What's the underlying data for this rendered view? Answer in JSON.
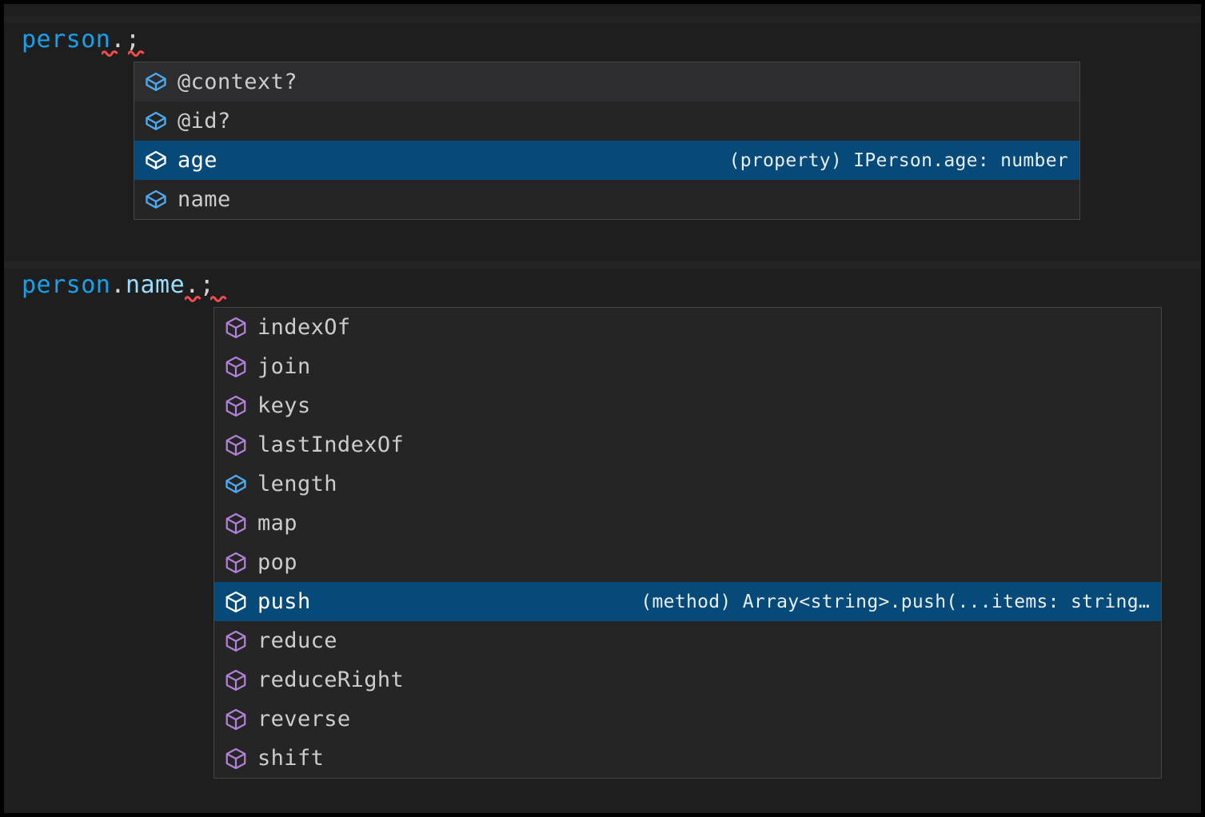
{
  "editor": {
    "background": "#1e1e1e",
    "panel_background": "#252526",
    "panel_border": "#454545",
    "selection_background": "#064a79",
    "hover_background": "#2d2d30",
    "error_squiggle_color": "#f14c4c",
    "variable_color": "#1aa0e8",
    "property_color": "#9cdcfe",
    "punctuation_color": "#d4d4d4",
    "method_icon_color": "#b180d7",
    "property_icon_color": "#4eaaf0",
    "selected_icon_color": "#ffffff"
  },
  "code_blocks": [
    {
      "name": "first-snippet",
      "tokens": [
        {
          "text": "person",
          "kind": "variable"
        },
        {
          "text": ".",
          "kind": "punctuation"
        },
        {
          "text": ";",
          "kind": "punctuation"
        }
      ],
      "full_text": "person.;",
      "has_error_squiggles": true
    },
    {
      "name": "second-snippet",
      "tokens": [
        {
          "text": "person",
          "kind": "variable"
        },
        {
          "text": ".",
          "kind": "punctuation"
        },
        {
          "text": "name",
          "kind": "property"
        },
        {
          "text": ".",
          "kind": "punctuation"
        },
        {
          "text": ";",
          "kind": "punctuation"
        }
      ],
      "full_text": "person.name.;",
      "has_error_squiggles": true
    }
  ],
  "suggestion_panels": [
    {
      "name": "member-completion-list",
      "selected_index": 2,
      "hovered_index": 0,
      "items": [
        {
          "label": "@context?",
          "icon": "property-cube-icon",
          "icon_kind": "property",
          "detail": "",
          "state": "hovered"
        },
        {
          "label": "@id?",
          "icon": "property-cube-icon",
          "icon_kind": "property",
          "detail": "",
          "state": "normal"
        },
        {
          "label": "age",
          "icon": "property-cube-icon",
          "icon_kind": "property",
          "detail": "(property) IPerson.age: number",
          "state": "selected"
        },
        {
          "label": "name",
          "icon": "property-cube-icon",
          "icon_kind": "property",
          "detail": "",
          "state": "normal"
        }
      ]
    },
    {
      "name": "array-completion-list",
      "selected_index": 7,
      "hovered_index": -1,
      "items": [
        {
          "label": "indexOf",
          "icon": "method-cube-icon",
          "icon_kind": "method",
          "detail": "",
          "state": "normal"
        },
        {
          "label": "join",
          "icon": "method-cube-icon",
          "icon_kind": "method",
          "detail": "",
          "state": "normal"
        },
        {
          "label": "keys",
          "icon": "method-cube-icon",
          "icon_kind": "method",
          "detail": "",
          "state": "normal"
        },
        {
          "label": "lastIndexOf",
          "icon": "method-cube-icon",
          "icon_kind": "method",
          "detail": "",
          "state": "normal"
        },
        {
          "label": "length",
          "icon": "property-cube-icon",
          "icon_kind": "property",
          "detail": "",
          "state": "normal"
        },
        {
          "label": "map",
          "icon": "method-cube-icon",
          "icon_kind": "method",
          "detail": "",
          "state": "normal"
        },
        {
          "label": "pop",
          "icon": "method-cube-icon",
          "icon_kind": "method",
          "detail": "",
          "state": "normal"
        },
        {
          "label": "push",
          "icon": "method-cube-icon",
          "icon_kind": "method",
          "detail": "(method) Array<string>.push(...items: string…",
          "state": "selected"
        },
        {
          "label": "reduce",
          "icon": "method-cube-icon",
          "icon_kind": "method",
          "detail": "",
          "state": "normal"
        },
        {
          "label": "reduceRight",
          "icon": "method-cube-icon",
          "icon_kind": "method",
          "detail": "",
          "state": "normal"
        },
        {
          "label": "reverse",
          "icon": "method-cube-icon",
          "icon_kind": "method",
          "detail": "",
          "state": "normal"
        },
        {
          "label": "shift",
          "icon": "method-cube-icon",
          "icon_kind": "method",
          "detail": "",
          "state": "normal"
        }
      ]
    }
  ]
}
